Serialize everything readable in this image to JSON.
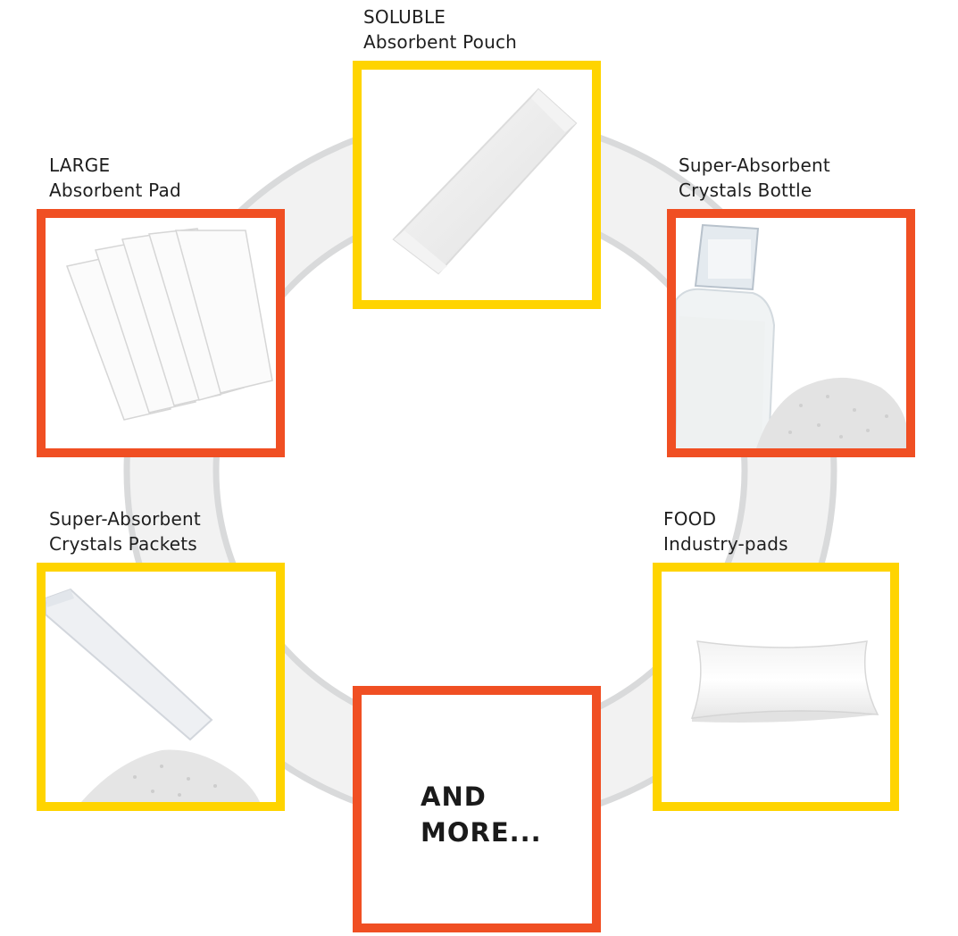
{
  "diagram": {
    "type": "circular-product-cycle",
    "colors": {
      "accent_yellow": "#ffd400",
      "accent_orange": "#f04f23",
      "ring_fill": "#f2f2f2",
      "ring_stroke": "#d9dadb",
      "text": "#1e1e1e"
    },
    "nodes": [
      {
        "id": "soluble-pouch",
        "line1": "SOLUBLE",
        "line2": "Absorbent Pouch",
        "border": "yellow",
        "image": "white-pouch"
      },
      {
        "id": "crystals-bottle",
        "line1": "Super-Absorbent",
        "line2": "Crystals Bottle",
        "border": "orange",
        "image": "bottle-with-crystals"
      },
      {
        "id": "food-pads",
        "line1": "FOOD",
        "line2": "Industry-pads",
        "border": "yellow",
        "image": "white-pad"
      },
      {
        "id": "and-more",
        "line1": "AND",
        "line2": "MORE...",
        "border": "orange",
        "image": "none"
      },
      {
        "id": "crystals-packets",
        "line1": "Super-Absorbent",
        "line2": "Crystals Packets",
        "border": "yellow",
        "image": "stick-packet-with-crystals"
      },
      {
        "id": "large-pad",
        "line1": "LARGE",
        "line2": "Absorbent Pad",
        "border": "orange",
        "image": "stacked-pads"
      }
    ]
  }
}
